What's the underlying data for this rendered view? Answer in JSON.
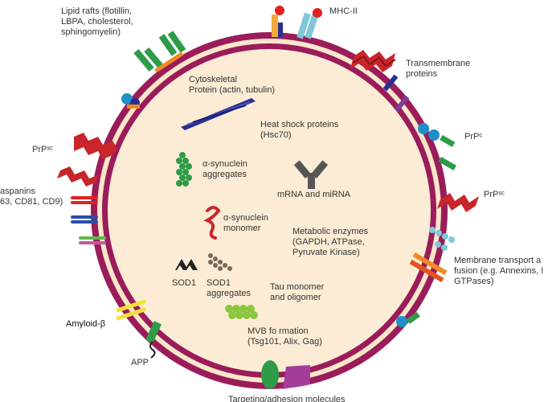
{
  "labels": {
    "lipid_rafts": "Lipid rafts (flotillin,\nLBPA, cholesterol,\nsphingomyelin)",
    "mhc_ii": "MHC-II",
    "transmembrane": "Transmembrane\nproteins",
    "cytoskeletal": "Cytoskeletal\nProtein (actin, tubulin)",
    "heat_shock": "Heat shock proteins\n(Hsc70)",
    "prp_c": "PrPᶜ",
    "prp_sc_left": "PrPˢᶜ",
    "prp_sc_right": "PrPˢᶜ",
    "alpha_syn_aggregates": "α-synuclein\naggregates",
    "mrna": "mRNA and miRNA",
    "tetraspanins": "aspanins\n63, CD81, CD9)",
    "alpha_syn_monomer": "α-synuclein\nmonomer",
    "metabolic": "Metabolic enzymes\n(GAPDH, ATPase,\nPyruvate Kinase)",
    "membrane_transport": "Membrane transport a\nfusion (e.g. Annexins, I\nGTPases)",
    "sod1": "SOD1",
    "sod1_aggregates": "SOD1\naggregates",
    "tau": "Tau monomer\nand oligomer",
    "amyloid": "Amyloid-β",
    "mvb": "MVB fo rmation\n(Tsg101, Alix, Gag)",
    "app": "APP",
    "targeting": "Targeting/adhesion molecules"
  },
  "colors": {
    "membrane": "#9b1c5a",
    "membrane_inner": "#f8e7c9",
    "vesicle_fill": "#fcecd5",
    "label_text": "#333333",
    "red_protein": "#c8262b",
    "green_protein": "#2e9b48",
    "blue_protein": "#1f8fc8",
    "navy_protein": "#2a2f8f",
    "gray_protein": "#555555",
    "orange_protein": "#f08a25",
    "yellow_protein": "#f2e33a",
    "purple_protein": "#7c3d96"
  },
  "icons": [
    "y-antibody-icon",
    "helix-icon",
    "bead-chain-icon"
  ]
}
